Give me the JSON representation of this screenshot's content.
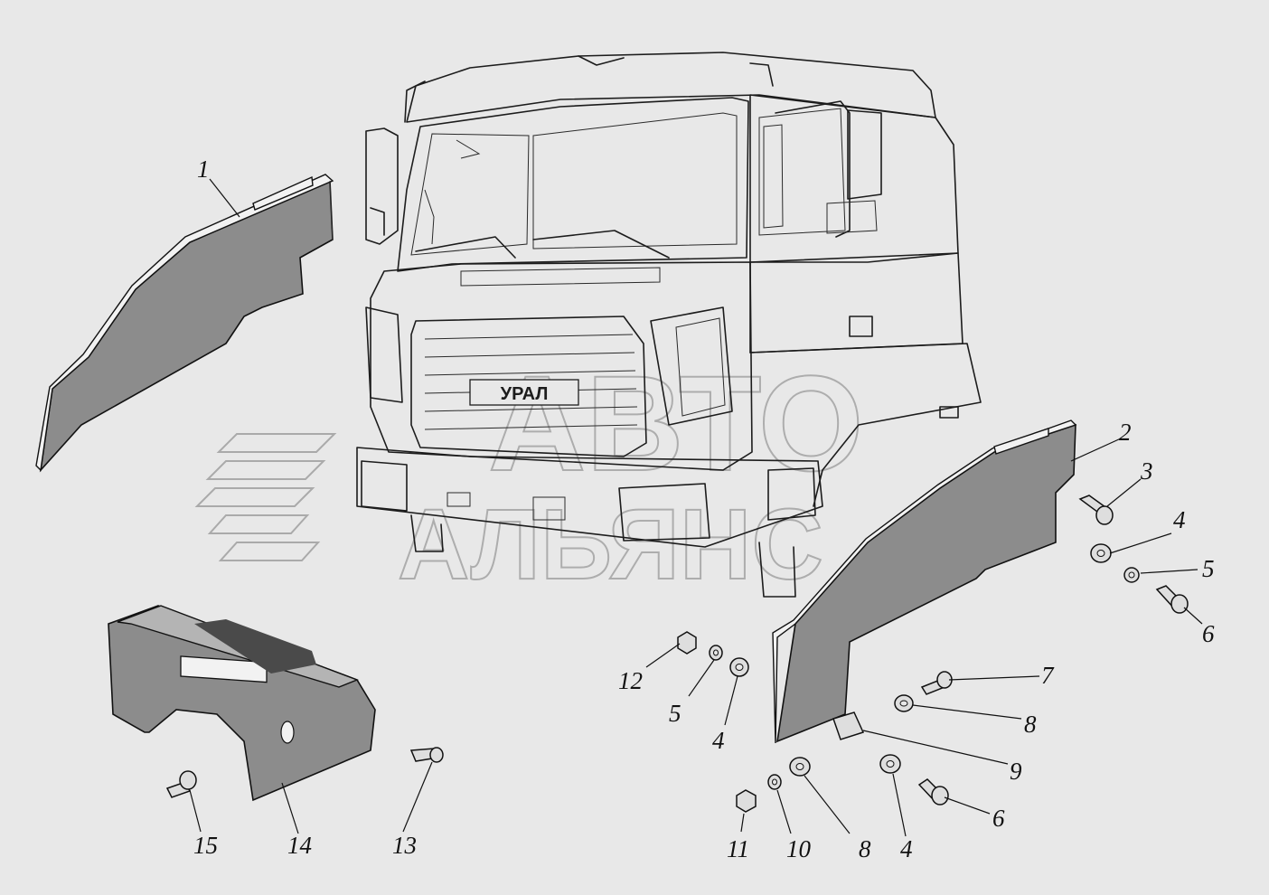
{
  "callouts": [
    {
      "id": "c1",
      "label": "1"
    },
    {
      "id": "c2",
      "label": "2"
    },
    {
      "id": "c3",
      "label": "3"
    },
    {
      "id": "c4a",
      "label": "4"
    },
    {
      "id": "c5a",
      "label": "5"
    },
    {
      "id": "c6a",
      "label": "6"
    },
    {
      "id": "c7",
      "label": "7"
    },
    {
      "id": "c8a",
      "label": "8"
    },
    {
      "id": "c9",
      "label": "9"
    },
    {
      "id": "c6b",
      "label": "6"
    },
    {
      "id": "c4b",
      "label": "4"
    },
    {
      "id": "c8b",
      "label": "8"
    },
    {
      "id": "c10",
      "label": "10"
    },
    {
      "id": "c11",
      "label": "11"
    },
    {
      "id": "c12",
      "label": "12"
    },
    {
      "id": "c5b",
      "label": "5"
    },
    {
      "id": "c4c",
      "label": "4"
    },
    {
      "id": "c13",
      "label": "13"
    },
    {
      "id": "c14",
      "label": "14"
    },
    {
      "id": "c15",
      "label": "15"
    }
  ],
  "cab_grille_badge": "УРАЛ",
  "watermark": {
    "line1": "АВТО",
    "line2": "АЛЬЯНС"
  },
  "colors": {
    "background": "#e8e8e8",
    "panel": "#8c8c8c",
    "line": "#1c1c1c",
    "watermark": "#9a9a9a"
  }
}
